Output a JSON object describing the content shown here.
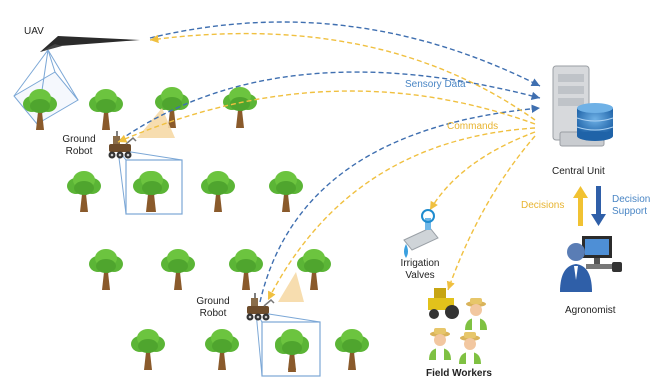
{
  "labels": {
    "uav": "UAV",
    "ground_robot_1": "Ground\nRobot",
    "ground_robot_2": "Ground\nRobot",
    "sensory_data": "Sensory Data",
    "commands": "Commands",
    "central_unit": "Central Unit",
    "decisions": "Decisions",
    "decision_support": "Decision\nSupport",
    "agronomist": "Agronomist",
    "irrigation_valves": "Irrigation\nValves",
    "field_workers": "Field Workers"
  },
  "colors": {
    "sensory_arrow": "#3f6fb0",
    "command_arrow": "#f0c040",
    "tree_canopy": "#5bb536",
    "tree_trunk": "#8a5a2b",
    "decision_up": "#f1c232",
    "decision_down": "#2f5fa8",
    "coverage_box": "#7ba7d6"
  },
  "icons": [
    "uav-icon",
    "ground-robot-icon",
    "server-icon",
    "database-icon",
    "irrigation-valve-icon",
    "field-workers-icon",
    "agronomist-icon",
    "tree-icon"
  ]
}
